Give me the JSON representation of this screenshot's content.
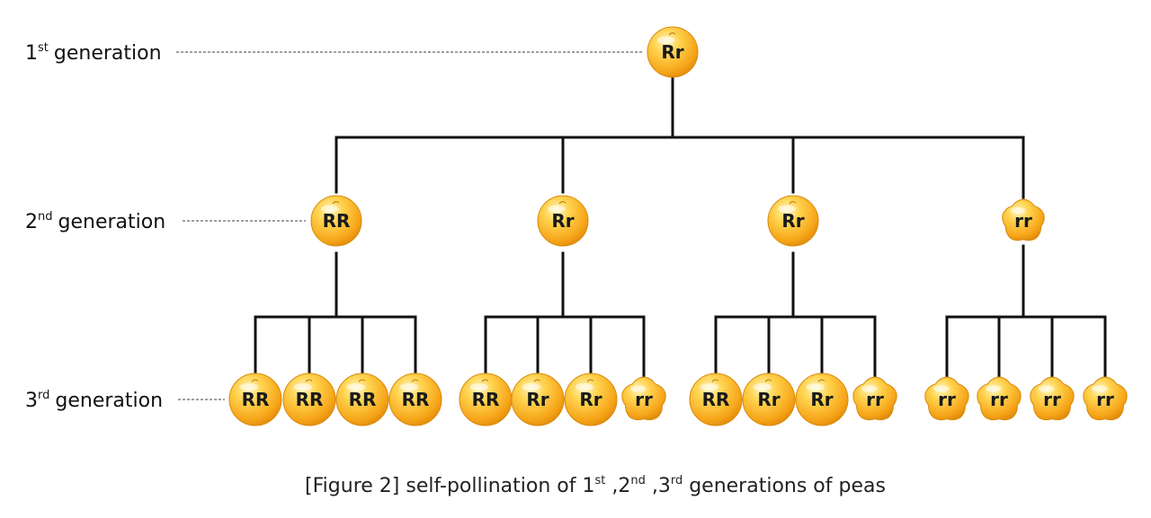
{
  "labels": {
    "gen1": {
      "num": "1",
      "sup": "st",
      "word": "generation"
    },
    "gen2": {
      "num": "2",
      "sup": "nd",
      "word": "generation"
    },
    "gen3": {
      "num": "3",
      "sup": "rd",
      "word": "generation"
    }
  },
  "caption": {
    "prefix": "[Figure 2] self-pollination of 1",
    "sup1": "st",
    "mid1": " ,2",
    "sup2": "nd",
    "mid2": " ,3",
    "sup3": "rd",
    "suffix": "  generations of peas"
  },
  "generation1": [
    {
      "genotype": "Rr",
      "shape": "round"
    }
  ],
  "generation2": [
    {
      "genotype": "RR",
      "shape": "round"
    },
    {
      "genotype": "Rr",
      "shape": "round"
    },
    {
      "genotype": "Rr",
      "shape": "round"
    },
    {
      "genotype": "rr",
      "shape": "wrinkled"
    }
  ],
  "generation3": [
    [
      {
        "genotype": "RR",
        "shape": "round"
      },
      {
        "genotype": "RR",
        "shape": "round"
      },
      {
        "genotype": "RR",
        "shape": "round"
      },
      {
        "genotype": "RR",
        "shape": "round"
      }
    ],
    [
      {
        "genotype": "RR",
        "shape": "round"
      },
      {
        "genotype": "Rr",
        "shape": "round"
      },
      {
        "genotype": "Rr",
        "shape": "round"
      },
      {
        "genotype": "rr",
        "shape": "wrinkled"
      }
    ],
    [
      {
        "genotype": "RR",
        "shape": "round"
      },
      {
        "genotype": "Rr",
        "shape": "round"
      },
      {
        "genotype": "Rr",
        "shape": "round"
      },
      {
        "genotype": "rr",
        "shape": "wrinkled"
      }
    ],
    [
      {
        "genotype": "rr",
        "shape": "wrinkled"
      },
      {
        "genotype": "rr",
        "shape": "wrinkled"
      },
      {
        "genotype": "rr",
        "shape": "wrinkled"
      },
      {
        "genotype": "rr",
        "shape": "wrinkled"
      }
    ]
  ],
  "colors": {
    "pea_light": "#fff1a8",
    "pea_mid": "#ffc83a",
    "pea_dark": "#e8950f",
    "line": "#111111"
  }
}
